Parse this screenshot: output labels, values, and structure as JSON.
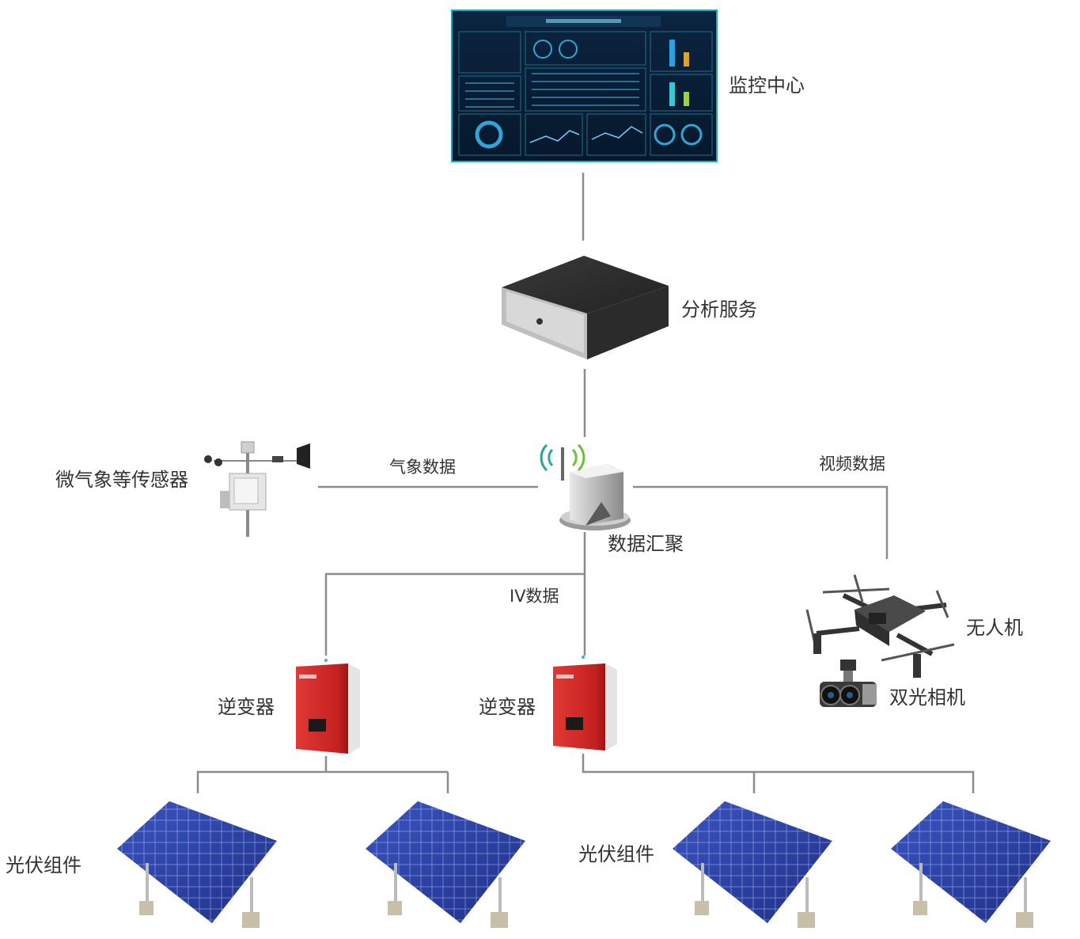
{
  "nodes": {
    "monitor_center": "监控中心",
    "analysis_service": "分析服务",
    "data_aggregation": "数据汇聚",
    "weather_sensor": "微气象等传感器",
    "drone": "无人机",
    "dual_camera": "双光相机",
    "inverter": [
      "逆变器",
      "逆变器"
    ],
    "pv_module": [
      "光伏组件",
      "光伏组件"
    ]
  },
  "links": {
    "weather_data": "气象数据",
    "video_data": "视频数据",
    "iv_data": "IV数据"
  },
  "colors": {
    "line": "#8c8c8c",
    "screen_frame": "#1aa8c4",
    "inverter_red": "#d42a2a",
    "panel_blue": "#2a3f9e",
    "server_dark": "#2b2b2b"
  }
}
